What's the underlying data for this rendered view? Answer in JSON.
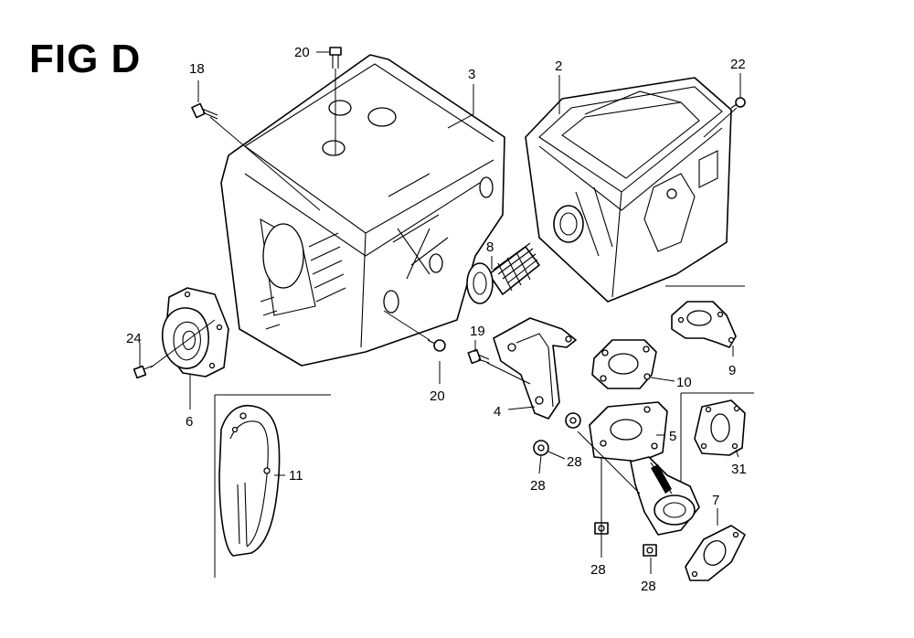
{
  "figure": {
    "title": "FIG D"
  },
  "callouts": {
    "c18": "18",
    "c20_top": "20",
    "c3": "3",
    "c2": "2",
    "c22": "22",
    "c8": "8",
    "c24": "24",
    "c6": "6",
    "c20_mid": "20",
    "c19": "19",
    "c10": "10",
    "c9": "9",
    "c4": "4",
    "c5": "5",
    "c28_a": "28",
    "c28_b": "28",
    "c11": "11",
    "c31": "31",
    "c7": "7",
    "c28_c": "28",
    "c28_d": "28"
  }
}
